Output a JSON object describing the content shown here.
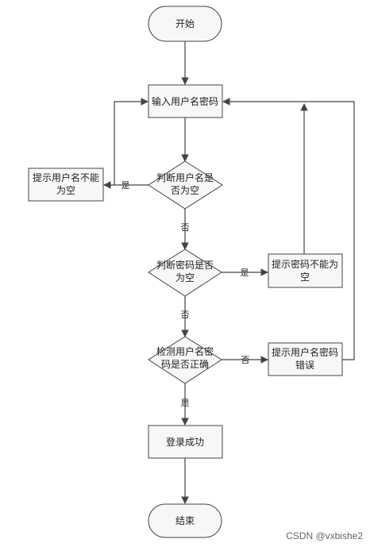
{
  "nodes": {
    "start": "开始",
    "input": "输入用户名密码",
    "check_user_line1": "判断用户名是",
    "check_user_line2": "否为空",
    "warn_user_line1": "提示用户名不能",
    "warn_user_line2": "为空",
    "check_pwd_line1": "判断密码是否",
    "check_pwd_line2": "为空",
    "warn_pwd_line1": "提示密码不能为",
    "warn_pwd_line2": "空",
    "verify_line1": "检测用户名密",
    "verify_line2": "码是否正确",
    "warn_wrong_line1": "提示用户名密码",
    "warn_wrong_line2": "错误",
    "success": "登录成功",
    "end": "结束"
  },
  "edges": {
    "user_empty_yes": "是",
    "user_empty_no": "否",
    "pwd_empty_yes": "是",
    "pwd_empty_no": "否",
    "verify_no": "否",
    "verify_yes": "是"
  },
  "watermark": "CSDN @vxbishe2"
}
